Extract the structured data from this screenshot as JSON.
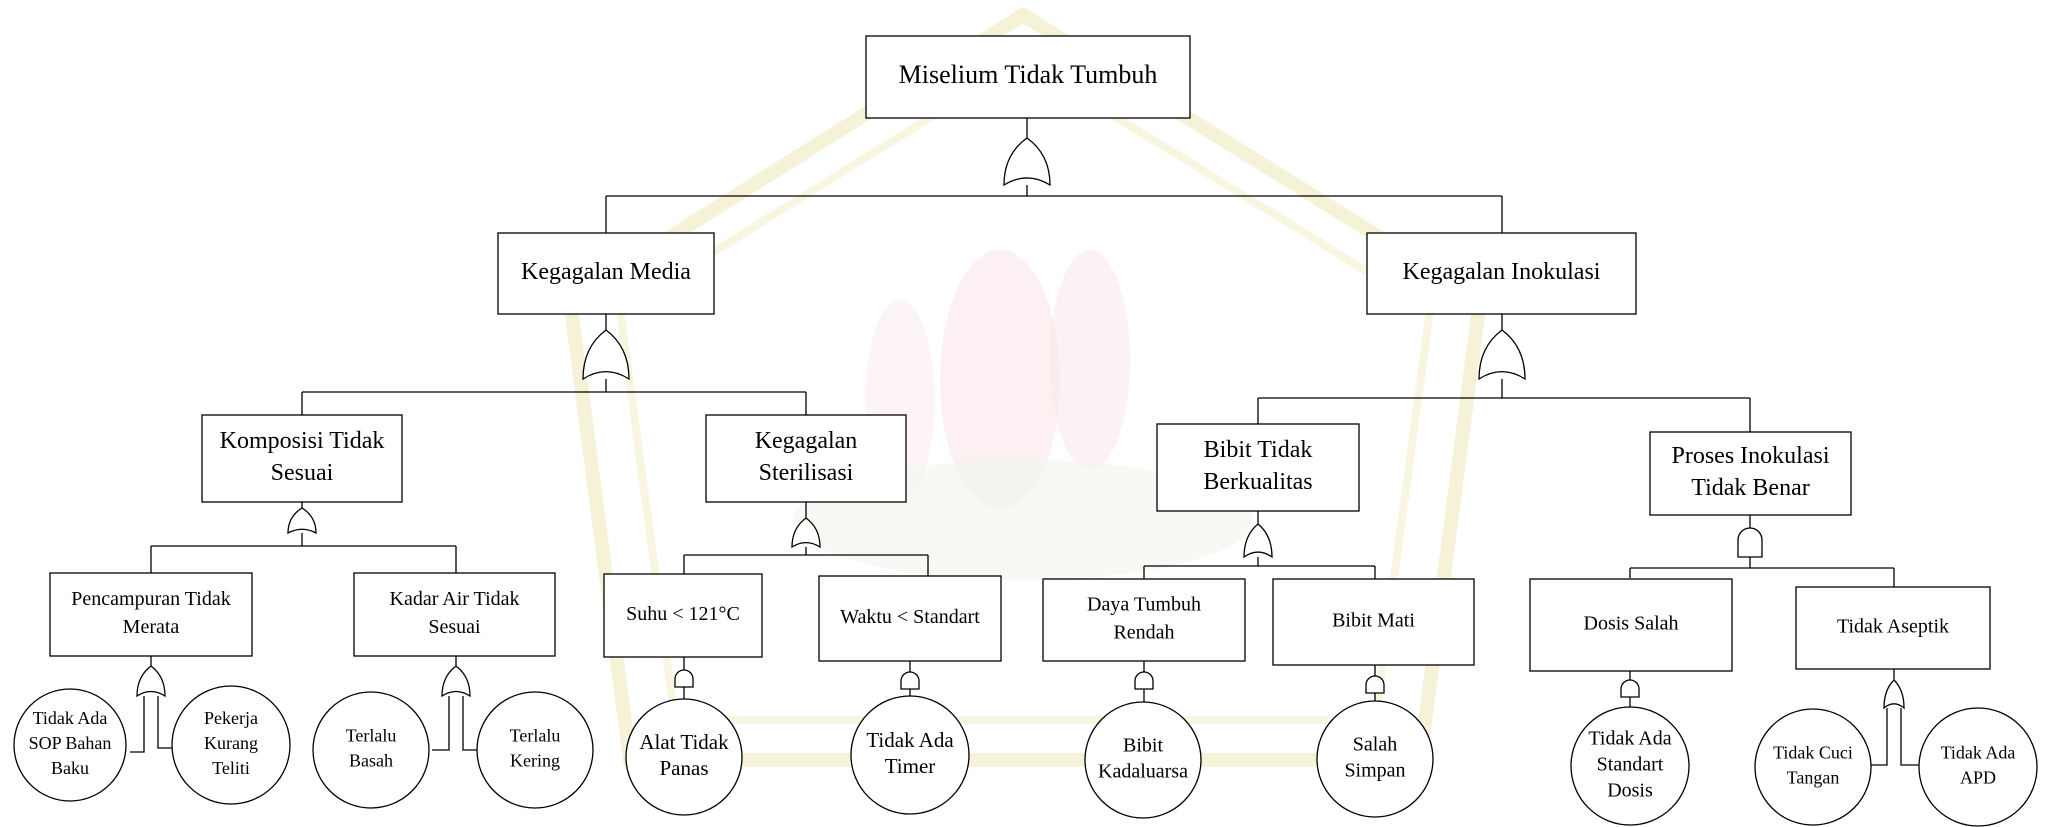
{
  "top_event": {
    "lines": [
      "Miselium Tidak Tumbuh"
    ]
  },
  "level2": {
    "media": {
      "lines": [
        "Kegagalan Media"
      ]
    },
    "inokulasi": {
      "lines": [
        "Kegagalan Inokulasi"
      ]
    }
  },
  "level3": {
    "komposisi": {
      "lines": [
        "Komposisi Tidak",
        "Sesuai"
      ]
    },
    "sterilisasi": {
      "lines": [
        "Kegagalan",
        "Sterilisasi"
      ]
    },
    "bibit": {
      "lines": [
        "Bibit Tidak",
        "Berkualitas"
      ]
    },
    "proses": {
      "lines": [
        "Proses Inokulasi",
        "Tidak Benar"
      ]
    }
  },
  "level4": {
    "pencampuran": {
      "lines": [
        "Pencampuran Tidak",
        "Merata"
      ]
    },
    "kadar_air": {
      "lines": [
        "Kadar Air Tidak",
        "Sesuai"
      ]
    },
    "suhu": {
      "lines": [
        "Suhu < 121°C"
      ]
    },
    "waktu": {
      "lines": [
        "Waktu < Standart"
      ]
    },
    "daya_tumbuh": {
      "lines": [
        "Daya Tumbuh",
        "Rendah"
      ]
    },
    "bibit_mati": {
      "lines": [
        "Bibit Mati"
      ]
    },
    "dosis_salah": {
      "lines": [
        "Dosis Salah"
      ]
    },
    "tidak_aseptik": {
      "lines": [
        "Tidak Aseptik"
      ]
    }
  },
  "basic_events": {
    "sop": {
      "lines": [
        "Tidak Ada",
        "SOP Bahan",
        "Baku"
      ]
    },
    "pekerja": {
      "lines": [
        "Pekerja",
        "Kurang",
        "Teliti"
      ]
    },
    "basah": {
      "lines": [
        "Terlalu",
        "Basah"
      ]
    },
    "kering": {
      "lines": [
        "Terlalu",
        "Kering"
      ]
    },
    "alat": {
      "lines": [
        "Alat Tidak",
        "Panas"
      ]
    },
    "timer": {
      "lines": [
        "Tidak Ada",
        "Timer"
      ]
    },
    "kadaluarsa": {
      "lines": [
        "Bibit",
        "Kadaluarsa"
      ]
    },
    "salah_simpan": {
      "lines": [
        "Salah",
        "Simpan"
      ]
    },
    "standart_dosis": {
      "lines": [
        "Tidak Ada",
        "Standart",
        "Dosis"
      ]
    },
    "cuci_tangan": {
      "lines": [
        "Tidak Cuci",
        "Tangan"
      ]
    },
    "apd": {
      "lines": [
        "Tidak Ada",
        "APD"
      ]
    }
  },
  "gates": {
    "g_top": "or",
    "g_media": "or",
    "g_inokulasi": "or",
    "g_komposisi": "or",
    "g_sterilisasi": "or",
    "g_bibit": "or",
    "g_proses": "and",
    "g_pencampuran": "or",
    "g_kadar_air": "or",
    "g_suhu": "and",
    "g_waktu": "and",
    "g_daya": "and",
    "g_mati": "and",
    "g_dosis": "and",
    "g_aseptik": "or"
  },
  "colors": {
    "line": "#000000",
    "background": "#ffffff",
    "watermark_yellow": "#f6f1c6",
    "watermark_pink": "#f7d6dc",
    "watermark_green": "#e3efd8"
  }
}
